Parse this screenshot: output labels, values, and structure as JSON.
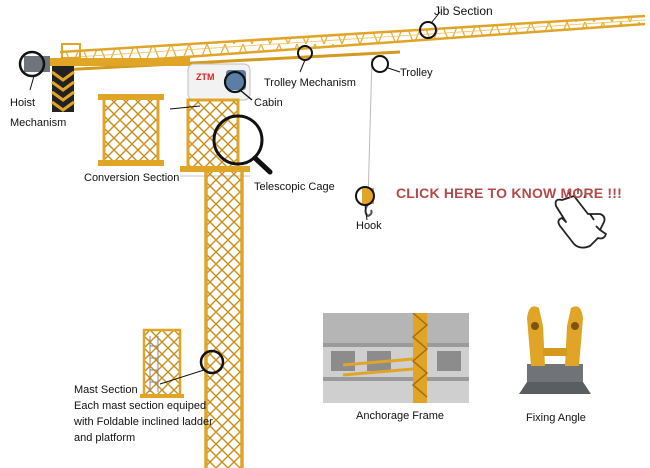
{
  "labels": {
    "jib_section": "Jib Section",
    "trolley_mechanism": "Trolley Mechanism",
    "trolley": "Trolley",
    "hoist_line1": "Hoist",
    "hoist_line2": "Mechanism",
    "cabin": "Cabin",
    "conversion_section": "Conversion Section",
    "telescopic_cage": "Telescopic Cage",
    "hook": "Hook",
    "mast_line1": "Mast Section",
    "mast_line2": "Each mast section equiped",
    "mast_line3": "with Foldable inclined ladder",
    "mast_line4": "and platform",
    "anchorage_frame": "Anchorage Frame",
    "fixing_angle": "Fixing Angle",
    "logo": "ZTM"
  },
  "cta": {
    "text": "CLICK HERE TO KNOW MORE !!!"
  },
  "colors": {
    "crane_yellow": "#e0a526",
    "crane_dark": "#a86f10",
    "cta_red": "#b34a4a",
    "steel_grey": "#707478"
  },
  "icons": [
    "pointing-hand-icon",
    "magnifier-icon"
  ]
}
